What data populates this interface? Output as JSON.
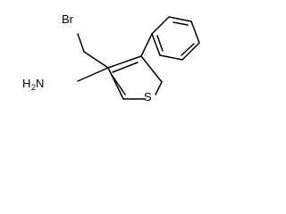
{
  "molecule": {
    "labels": {
      "bromine": "Br",
      "amine_main": "H",
      "amine_sub": "2",
      "amine_n": "N",
      "sulfur": "S"
    }
  }
}
